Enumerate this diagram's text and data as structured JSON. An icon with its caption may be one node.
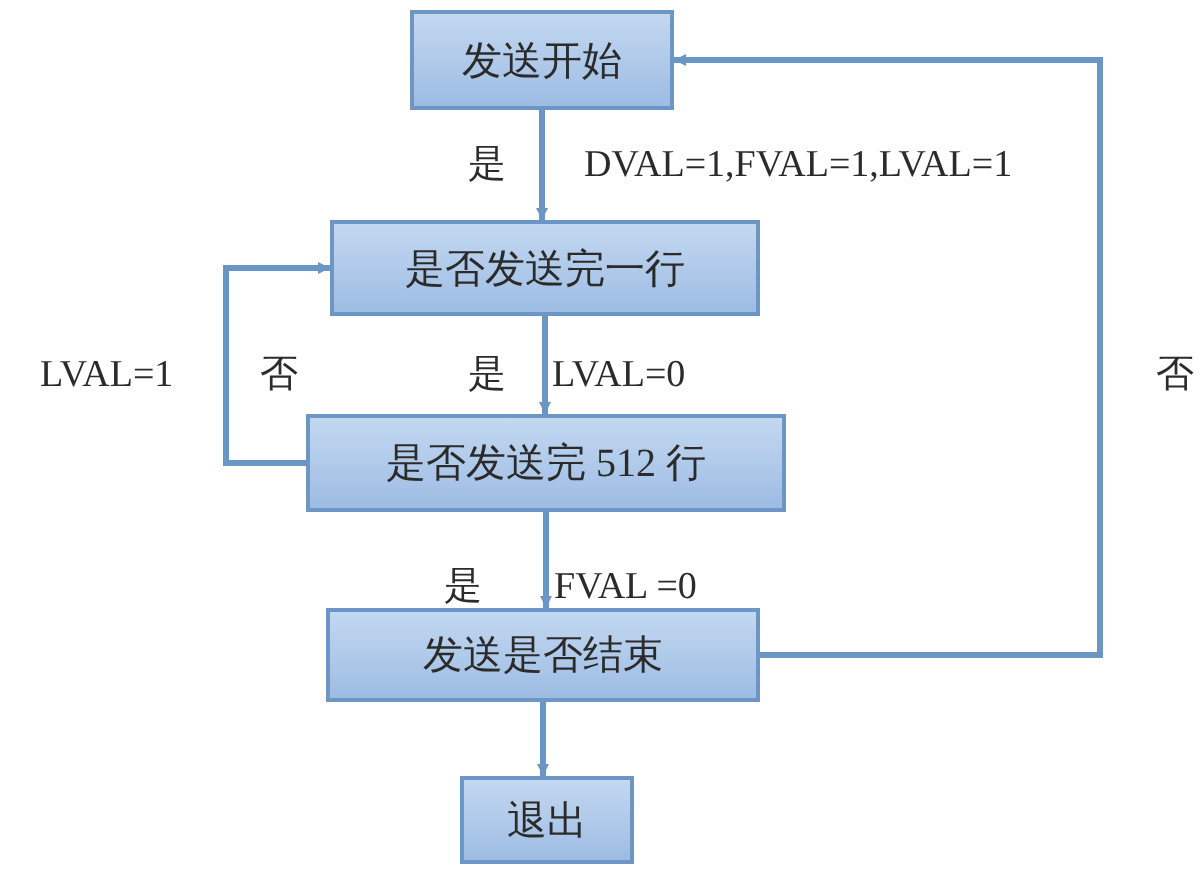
{
  "diagram": {
    "nodes": [
      {
        "text": [
          "发送开始"
        ]
      },
      {
        "text": [
          "是否发送完一行"
        ]
      },
      {
        "text": [
          "是否发送完 512 行"
        ]
      },
      {
        "text": [
          "发送是否结束"
        ]
      },
      {
        "text": [
          "退出"
        ]
      }
    ],
    "edges": [
      {
        "from": 0,
        "to": 1,
        "arrow": "to"
      },
      {
        "from": 1,
        "to": 2,
        "arrow": "to"
      },
      {
        "from": 2,
        "to": 1,
        "arrow": "to"
      },
      {
        "from": 2,
        "to": 3,
        "arrow": "to"
      },
      {
        "from": 3,
        "to": 0,
        "arrow": "to"
      },
      {
        "from": 3,
        "to": 4,
        "arrow": "to"
      }
    ],
    "labels": [
      "是",
      "DVAL=1,FVAL=1,LVAL=1",
      "LVAL=1",
      "否",
      "是",
      "LVAL=0",
      "否",
      "是",
      "FVAL =0"
    ]
  }
}
